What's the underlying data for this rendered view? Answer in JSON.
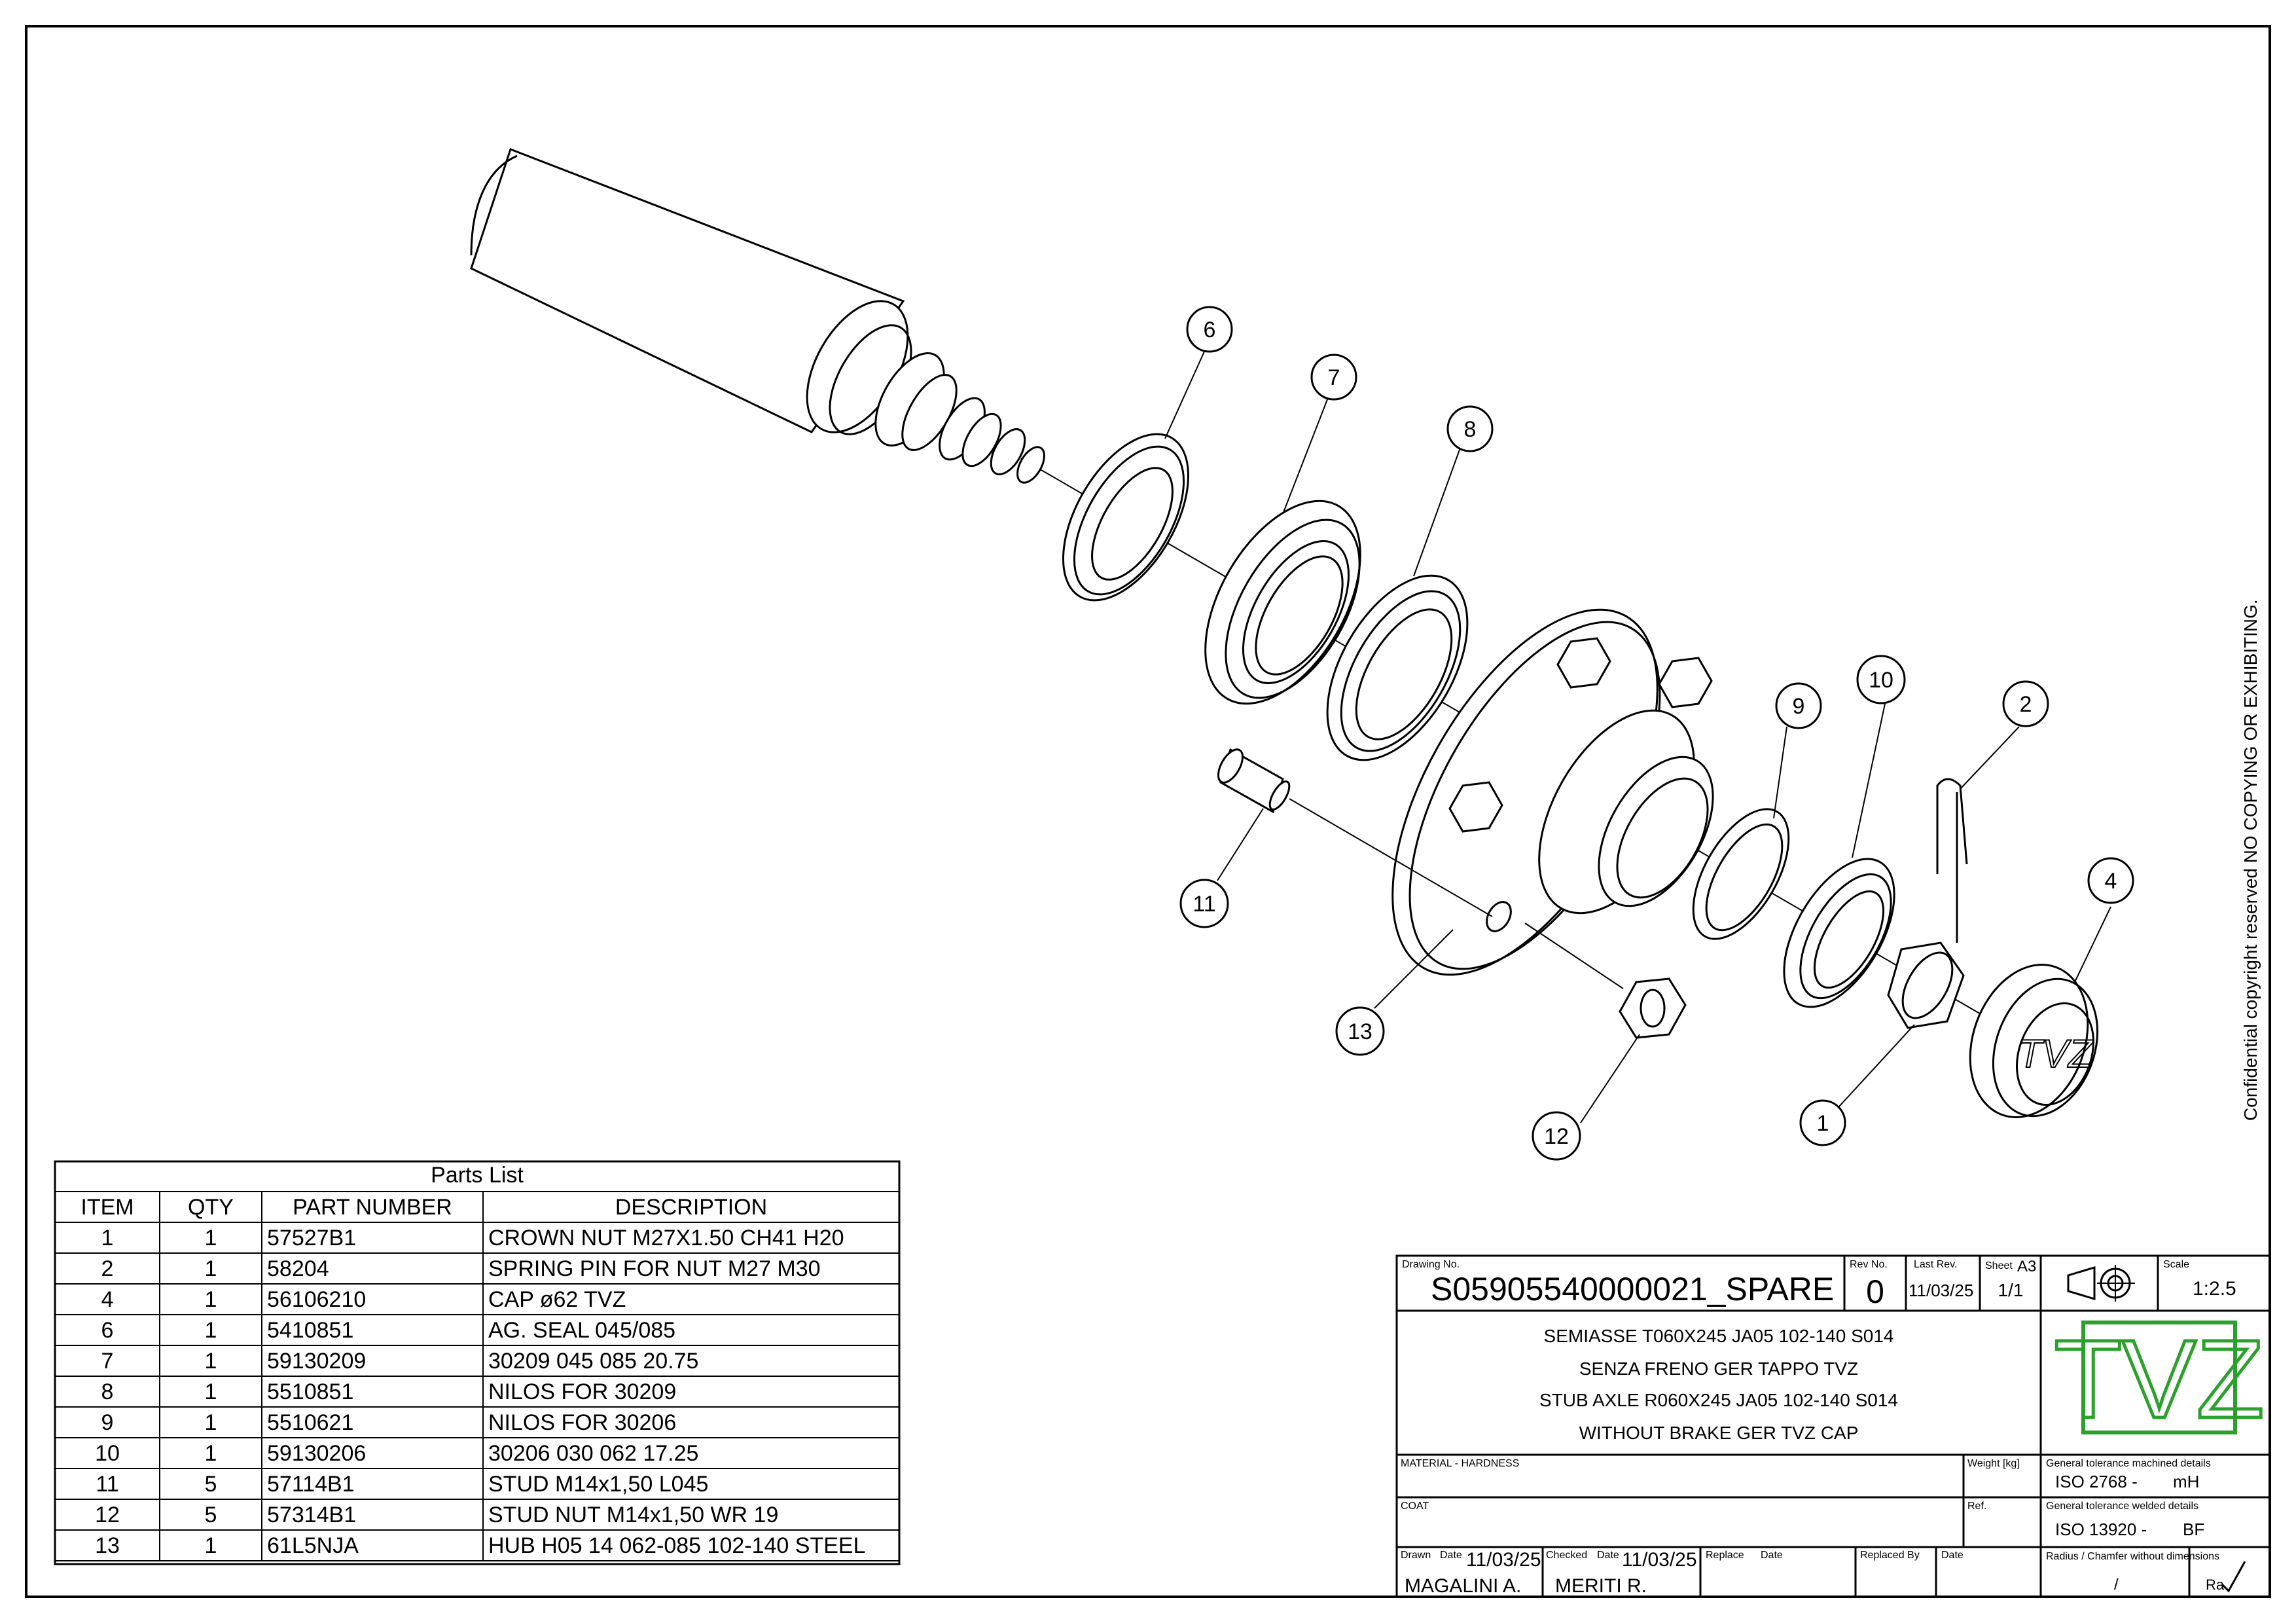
{
  "copyright": "Confidential copyright reserved NO COPYING OR EXHIBITING.",
  "balloons": [
    "6",
    "7",
    "8",
    "9",
    "10",
    "2",
    "4",
    "11",
    "13",
    "12",
    "1"
  ],
  "parts_list": {
    "title": "Parts List",
    "headers": [
      "ITEM",
      "QTY",
      "PART NUMBER",
      "DESCRIPTION"
    ],
    "rows": [
      [
        "1",
        "1",
        "57527B1",
        "CROWN NUT M27X1.50 CH41 H20"
      ],
      [
        "2",
        "1",
        "58204",
        "SPRING PIN FOR NUT M27  M30"
      ],
      [
        "4",
        "1",
        "56106210",
        "CAP ø62 TVZ"
      ],
      [
        "6",
        "1",
        "5410851",
        "AG. SEAL 045/085"
      ],
      [
        "7",
        "1",
        "59130209",
        "30209 045 085 20.75"
      ],
      [
        "8",
        "1",
        "5510851",
        "NILOS FOR 30209"
      ],
      [
        "9",
        "1",
        "5510621",
        "NILOS FOR 30206"
      ],
      [
        "10",
        "1",
        "59130206",
        "30206 030 062 17.25"
      ],
      [
        "11",
        "5",
        "57114B1",
        "STUD M14x1,50 L045"
      ],
      [
        "12",
        "5",
        "57314B1",
        "STUD NUT M14x1,50 WR 19"
      ],
      [
        "13",
        "1",
        "61L5NJA",
        "HUB H05 14 062-085 102-140 STEEL"
      ]
    ]
  },
  "title_block": {
    "drawing_no_label": "Drawing No.",
    "drawing_no": "S05905540000021_SPARE",
    "rev_no_label": "Rev No.",
    "rev_no": "0",
    "last_rev_label": "Last Rev.",
    "last_rev": "11/03/25",
    "sheet_label": "Sheet",
    "sheet_size": "A3",
    "sheet": "1/1",
    "scale_label": "Scale",
    "scale": "1:2.5",
    "description": [
      "SEMIASSE T060X245 JA05 102-140 S014",
      "SENZA FRENO GER TAPPO TVZ",
      "STUB AXLE R060X245 JA05 102-140 S014",
      "WITHOUT BRAKE GER TVZ CAP"
    ],
    "logo": "TVZ",
    "material_label": "MATERIAL - HARDNESS",
    "weight_label": "Weight [kg]",
    "coat_label": "COAT",
    "ref_label": "Ref.",
    "tol_machined_label": "General tolerance machined details",
    "tol_machined": "ISO 2768 -",
    "tol_machined_class": "mH",
    "tol_welded_label": "General tolerance welded details",
    "tol_welded": "ISO 13920 -",
    "tol_welded_class": "BF",
    "radius_label": "Radius / Chamfer without dimensions",
    "radius_value": "/",
    "ra_label": "Ra",
    "drawn_label": "Drawn",
    "drawn_by": "MAGALINI A.",
    "date_label": "Date",
    "drawn_date": "11/03/25",
    "checked_label": "Checked",
    "checked_by": "MERITI R.",
    "checked_date": "11/03/25",
    "replace_label": "Replace",
    "replaced_by_label": "Replaced By"
  },
  "colors": {
    "line": "#000000",
    "logo_green": "#2ca02c",
    "paper": "#ffffff"
  },
  "icons": [
    "projection-symbol-icon",
    "tvz-logo",
    "roughness-check-icon"
  ]
}
